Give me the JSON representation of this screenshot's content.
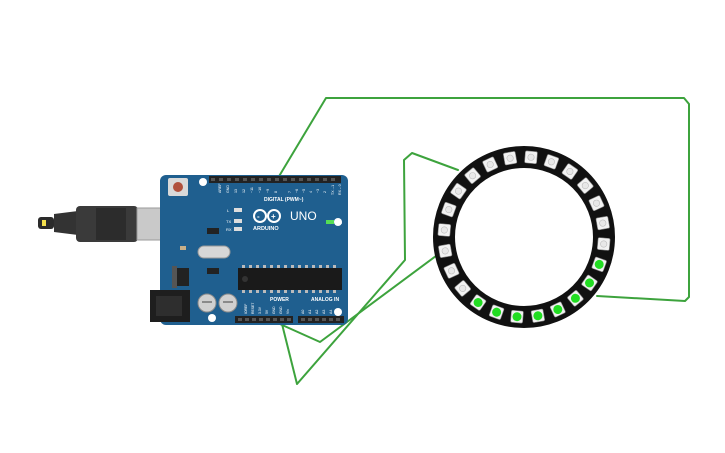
{
  "board": {
    "brand": "ARDUINO",
    "model": "UNO",
    "digital_label": "DIGITAL (PWM~)",
    "power_label": "POWER",
    "analog_label": "ANALOG IN",
    "on_label": "ON",
    "led_labels": [
      "L",
      "TX",
      "RX"
    ],
    "digital_pins": [
      "AREF",
      "GND",
      "13",
      "12",
      "~11",
      "~10",
      "~9",
      "8",
      "7",
      "~6",
      "~5",
      "4",
      "~3",
      "2",
      "TX→1",
      "RX←0"
    ],
    "power_pins": [
      "IOREF",
      "RESET",
      "3.3V",
      "5V",
      "GND",
      "GND",
      "Vin"
    ],
    "analog_pins": [
      "A0",
      "A1",
      "A2",
      "A3",
      "A4",
      "A5"
    ]
  },
  "ring": {
    "pixel_count": 24,
    "lit_pixel_count": 8,
    "lit_color": "#22dd22",
    "off_color": "#e8e8e8"
  },
  "colors": {
    "board": "#1f5f8f",
    "wire": "#3da33d",
    "usb": "#333333"
  }
}
